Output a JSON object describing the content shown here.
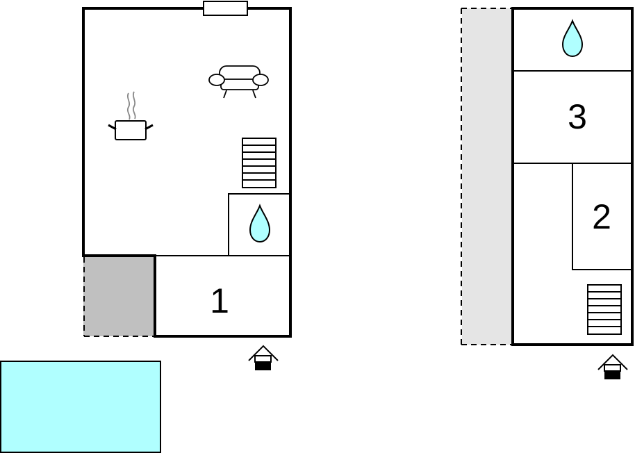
{
  "floorplan": {
    "ground_floor": {
      "rooms": [
        {
          "label": "1"
        }
      ]
    },
    "upper_floor": {
      "rooms": [
        {
          "label": "3"
        },
        {
          "label": "2"
        }
      ]
    },
    "icons": {
      "kitchen": "cooking-pot-icon",
      "living": "sofa-icon",
      "bathroom": "water-drop-icon",
      "stairs": "stairs-icon",
      "entrance": "entrance-house-icon"
    },
    "colors": {
      "pool": "#b0ffff",
      "water_drop": "#b0ffff",
      "terrace": "#c0c0c0",
      "balcony": "#e5e5e5",
      "walls": "#000000"
    }
  }
}
